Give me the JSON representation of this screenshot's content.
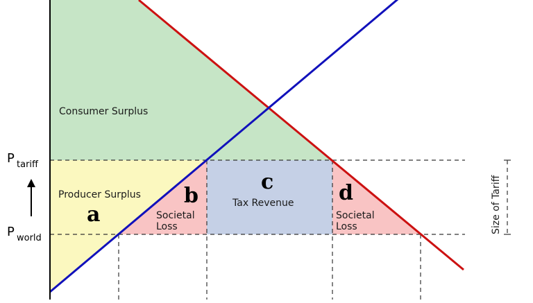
{
  "colors": {
    "consumer_surplus": "#c6e5c6",
    "producer_surplus": "#fbf8bf",
    "societal_loss": "#f9c4c4",
    "tax_revenue": "#c5d0e6",
    "demand_line": "#cc1111",
    "supply_line": "#1111bb",
    "guides": "#333333",
    "axis": "#000000"
  },
  "labels": {
    "consumer_surplus": "Consumer Surplus",
    "producer_surplus": "Producer Surplus",
    "tax_revenue": "Tax Revenue",
    "societal_loss_left_1": "Societal",
    "societal_loss_left_2": "Loss",
    "societal_loss_right_1": "Societal",
    "societal_loss_right_2": "Loss",
    "letter_a": "a",
    "letter_b": "b",
    "letter_c": "c",
    "letter_d": "d",
    "size_of_tariff": "Size of Tariff"
  },
  "axis": {
    "p_tariff_main": "P",
    "p_tariff_sub": "tariff",
    "p_world_main": "P",
    "p_world_sub": "world",
    "up_arrow": "up-arrow-icon"
  }
}
